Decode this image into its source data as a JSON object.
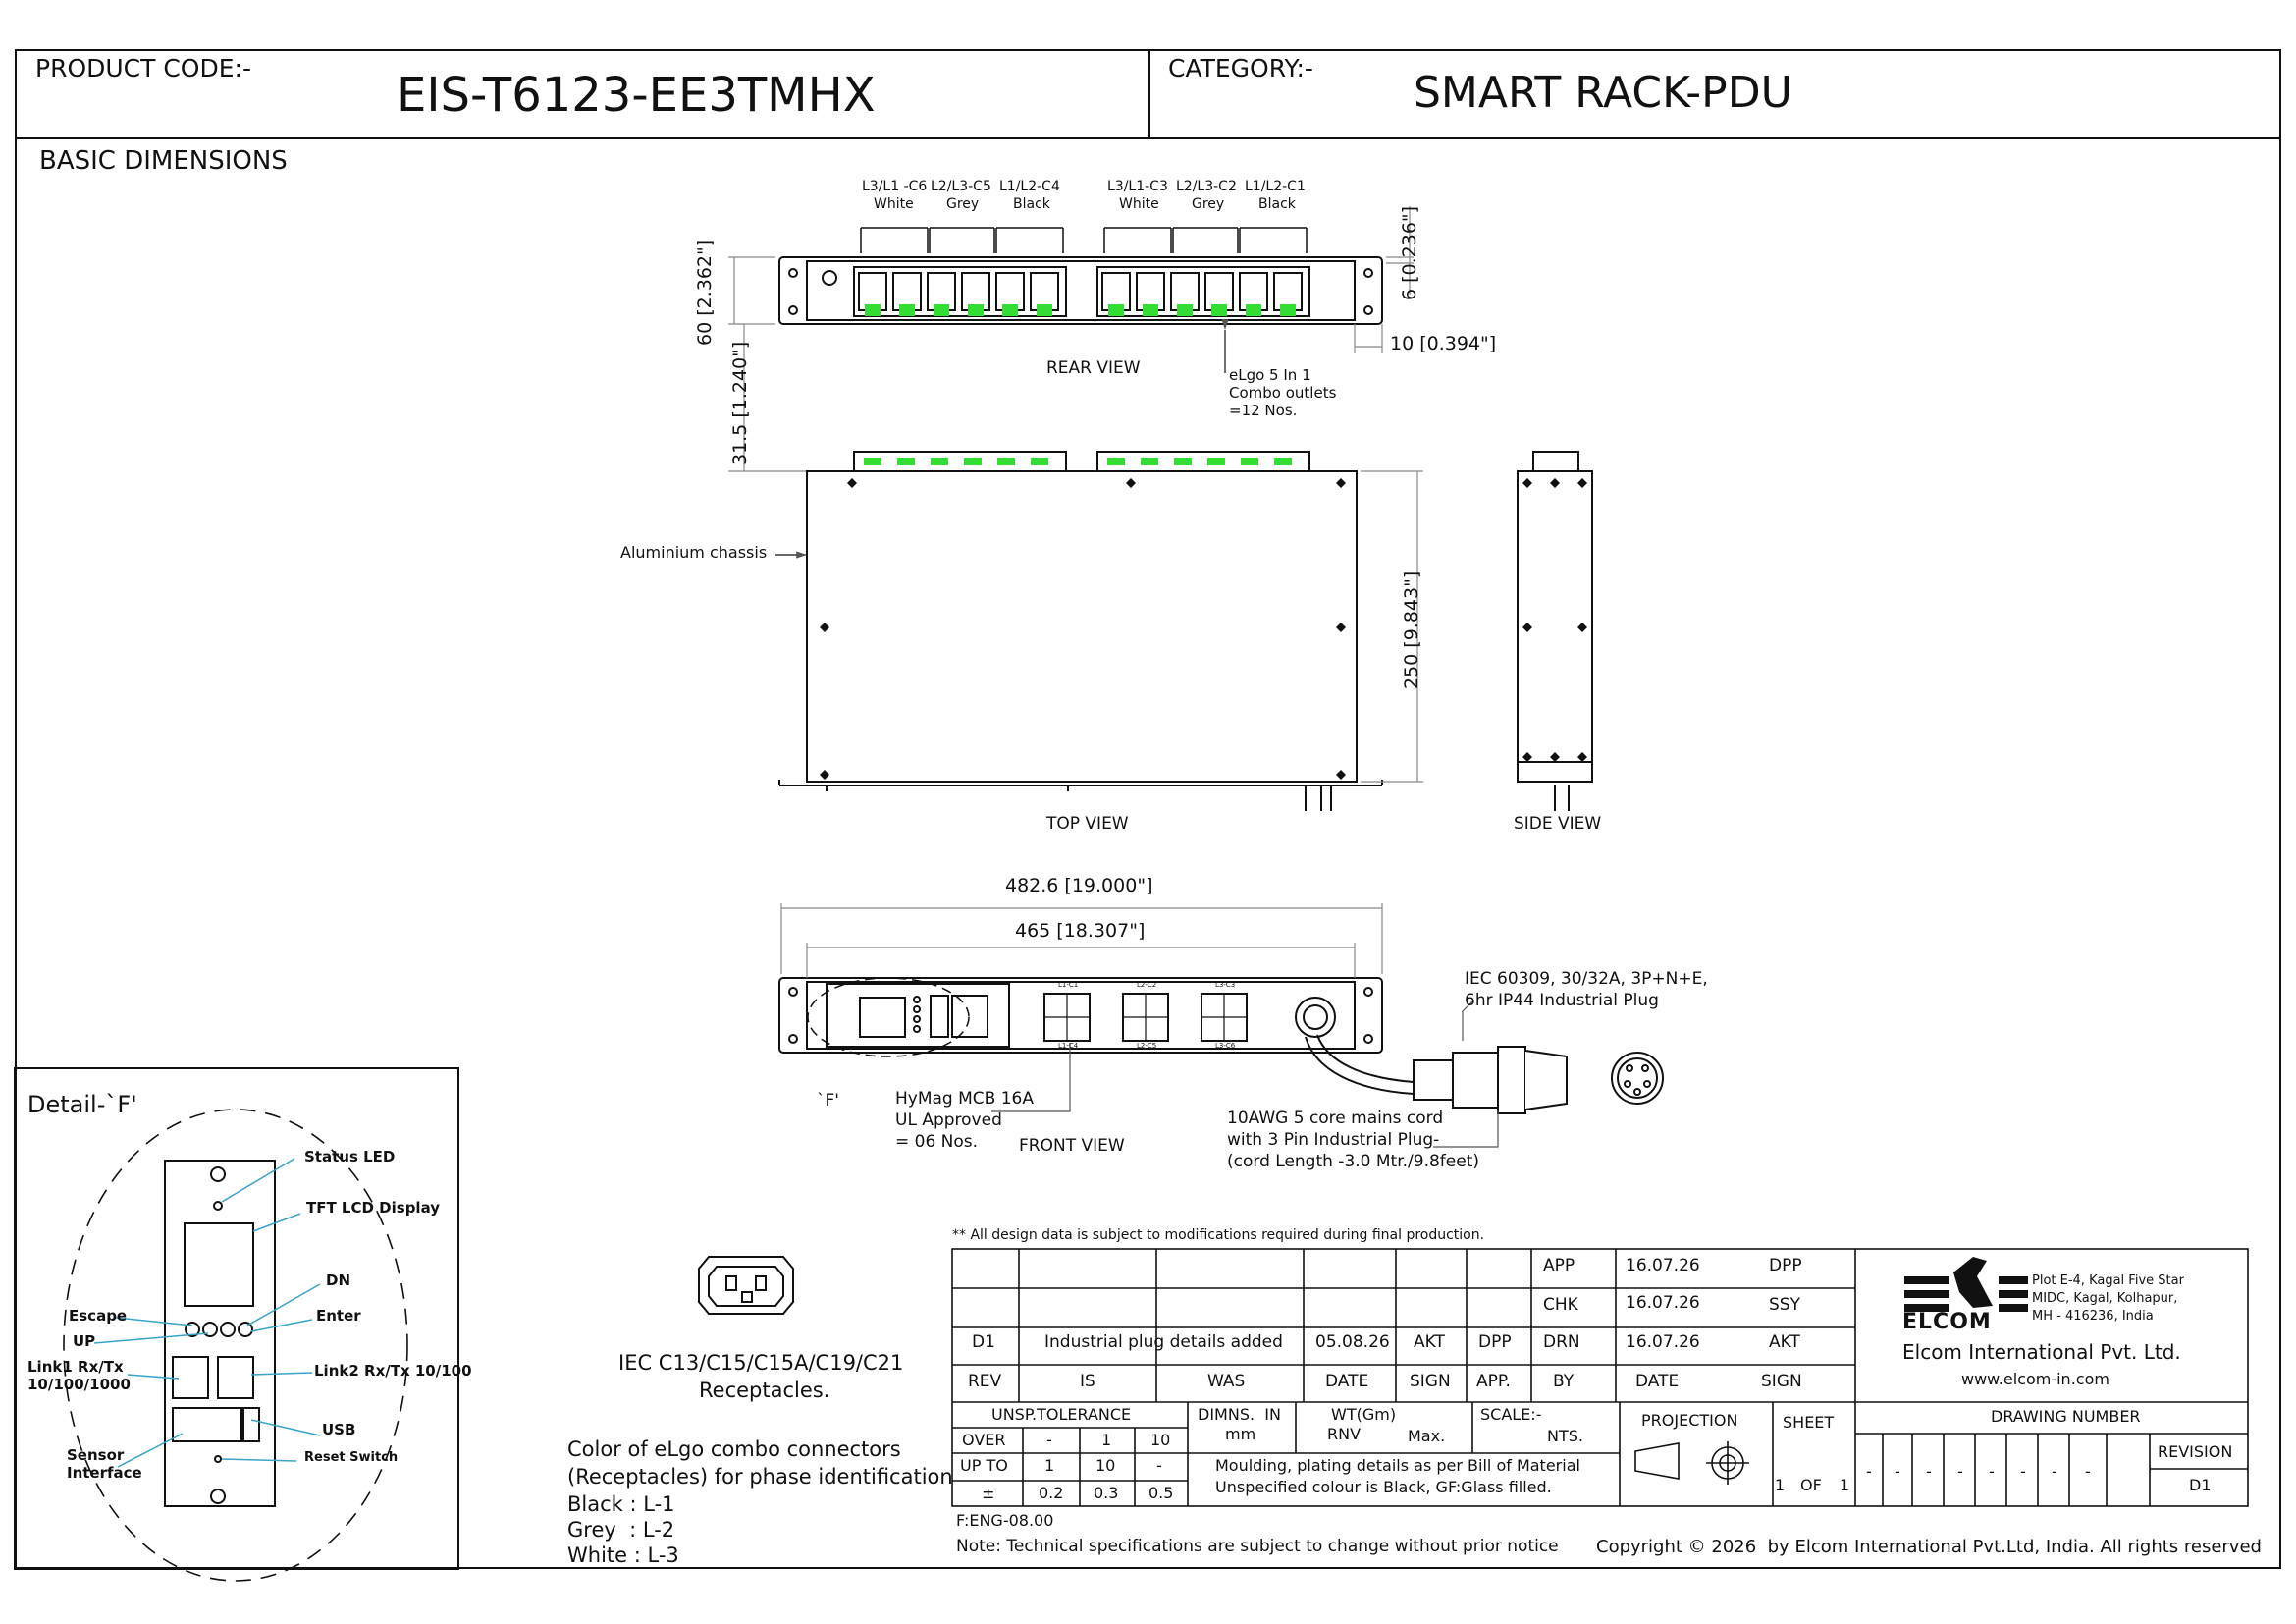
{
  "header": {
    "product_code_label": "PRODUCT CODE:-",
    "product_code": "EIS-T6123-EE3TMHX",
    "category_label": "CATEGORY:-",
    "category": "SMART RACK-PDU"
  },
  "section_title": "BASIC DIMENSIONS",
  "rear_view": {
    "caption": "REAR VIEW",
    "groups": [
      {
        "line1": "L3/L1 -C6",
        "line2": "White"
      },
      {
        "line1": "L2/L3-C5",
        "line2": "Grey"
      },
      {
        "line1": "L1/L2-C4",
        "line2": "Black"
      },
      {
        "line1": "L3/L1-C3",
        "line2": "White"
      },
      {
        "line1": "L2/L3-C2",
        "line2": "Grey"
      },
      {
        "line1": "L1/L2-C1",
        "line2": "Black"
      }
    ],
    "dim_height": "60 [2.362\"]",
    "dim_top": "6 [0.236\"]",
    "dim_right": "10 [0.394\"]",
    "dim_offset": "31.5 [1.240\"]",
    "outlet_note": [
      "eLgo 5 In 1",
      "Combo outlets",
      "=12 Nos."
    ]
  },
  "top_view": {
    "caption": "TOP VIEW",
    "chassis_label": "Aluminium chassis",
    "dim_depth": "250 [9.843\"]"
  },
  "side_view": {
    "caption": "SIDE VIEW"
  },
  "front_view": {
    "caption": "FRONT VIEW",
    "dim_overall": "482.6 [19.000\"]",
    "dim_inner": "465 [18.307\"]",
    "detail_marker": "`F'",
    "outlet_labels_top": [
      "L1-C1",
      "L2-C2",
      "L3-C3"
    ],
    "outlet_labels_bottom": [
      "L1-C4",
      "L2-C5",
      "L3-C6"
    ],
    "mcb_note": [
      "HyMag MCB 16A",
      "UL Approved",
      "= 06 Nos."
    ],
    "plug_note": [
      "IEC 60309, 30/32A, 3P+N+E,",
      "6hr IP44 Industrial Plug"
    ],
    "cord_note": [
      "10AWG 5 core mains cord",
      "with 3 Pin Industrial Plug-",
      "(cord Length -3.0 Mtr./9.8feet)"
    ]
  },
  "detail": {
    "title": "Detail-`F'",
    "labels": {
      "status_led": "Status LED",
      "tft": "TFT LCD Display",
      "dn": "DN",
      "escape": "Escape",
      "enter": "Enter",
      "up": "UP",
      "link1": [
        "Link1 Rx/Tx",
        "10/100/1000"
      ],
      "link2": "Link2 Rx/Tx 10/100",
      "usb": "USB",
      "sensor": [
        "Sensor",
        "Interface"
      ],
      "reset": "Reset Switch"
    }
  },
  "receptacle": {
    "caption": [
      "IEC C13/C15/C15A/C19/C21",
      "Receptacles."
    ]
  },
  "color_note": {
    "lines": [
      "Color of eLgo combo connectors",
      "(Receptacles) for phase identification",
      "Black : L-1",
      "Grey  : L-2",
      "White : L-3"
    ]
  },
  "title_block": {
    "disclaimer": "** All design data is subject to modifications required during final production.",
    "app_label": "APP",
    "app_date": "16.07.26",
    "app_name": "DPP",
    "chk_label": "CHK",
    "chk_date": "16.07.26",
    "chk_name": "SSY",
    "drn_label": "DRN",
    "drn_date": "16.07.26",
    "drn_name": "AKT",
    "rev_row": {
      "rev": "D1",
      "desc": "Industrial plug details added",
      "date": "05.08.26",
      "sign": "AKT",
      "app": "DPP"
    },
    "rev_headers": {
      "rev": "REV",
      "is": "IS",
      "was": "WAS",
      "date": "DATE",
      "sign": "SIGN",
      "app": "APP.",
      "by": "BY",
      "date2": "DATE",
      "sign2": "SIGN"
    },
    "tolerance_header": "UNSP.TOLERANCE",
    "tol_row_over": [
      "OVER",
      "-",
      "1",
      "10"
    ],
    "tol_row_upto": [
      "UP TO",
      "1",
      "10",
      "-"
    ],
    "tol_row_pm": [
      "±",
      "0.2",
      "0.3",
      "0.5"
    ],
    "dimns": [
      "DIMNS.  IN",
      "mm"
    ],
    "wt": [
      "WT(Gm)",
      "RNV",
      "Max."
    ],
    "scale": [
      "SCALE:-",
      "NTS."
    ],
    "projection": "PROJECTION",
    "sheet": "SHEET",
    "sheet_value": [
      "1",
      "OF",
      "1"
    ],
    "material_note": [
      "Moulding, plating details as per Bill of Material",
      "Unspecified colour is Black, GF:Glass filled."
    ],
    "drawing_number": "DRAWING NUMBER",
    "dn_cells": [
      "-",
      "-",
      "-",
      "-",
      "-",
      "-",
      "-",
      "-"
    ],
    "revision_label": "REVISION",
    "revision_value": "D1",
    "company": "Elcom International Pvt. Ltd.",
    "website": "www.elcom-in.com",
    "logo_text": "ELCOM",
    "address": [
      "Plot E-4, Kagal Five Star",
      "MIDC, Kagal, Kolhapur,",
      "MH - 416236, India"
    ]
  },
  "footer": {
    "form_code": "F:ENG-08.00",
    "note": "Note: Technical specifications are subject to change without prior notice",
    "copyright": "Copyright © 2026  by Elcom International Pvt.Ltd, India. All rights reserved"
  },
  "colors": {
    "outlet_green": "#33dd33",
    "line": "#111111",
    "dim_grey": "#888888"
  }
}
